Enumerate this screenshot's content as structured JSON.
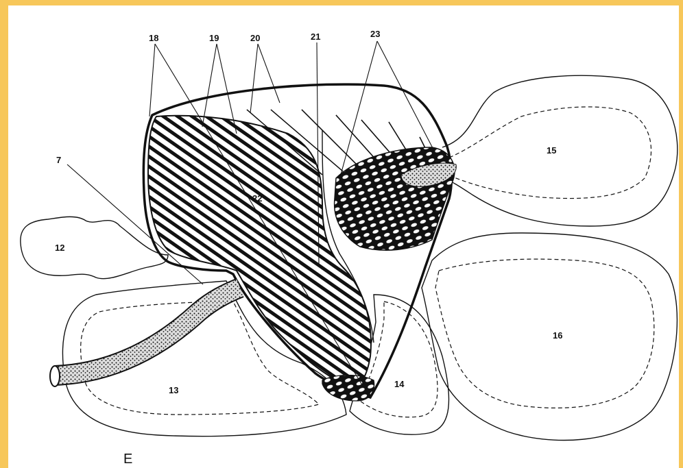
{
  "callouts": {
    "c7": "7",
    "c12": "12",
    "c13": "13",
    "c14": "14",
    "c15": "15",
    "c16": "16",
    "c18": "18",
    "c19": "19",
    "c20": "20",
    "c21": "21",
    "c22": "22",
    "c23": "23"
  },
  "panel_letter": "E",
  "colors": {
    "frame": "#f7c75a",
    "ink": "#111111",
    "paper": "#ffffff"
  }
}
